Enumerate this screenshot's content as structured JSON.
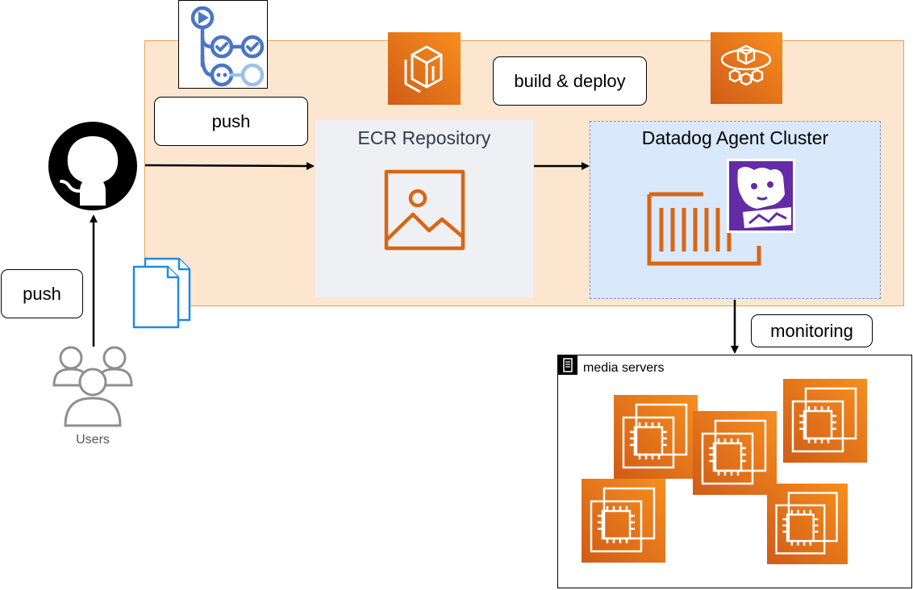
{
  "labels": {
    "push_top": "push",
    "push_left": "push",
    "build_deploy": "build & deploy",
    "monitoring": "monitoring"
  },
  "ecr": {
    "title": "ECR Repository"
  },
  "cluster": {
    "title": "Datadog Agent Cluster"
  },
  "media": {
    "title": "media servers"
  },
  "users": {
    "label": "Users"
  },
  "icons": {
    "workflow": "github-actions-workflow-icon",
    "github": "github-icon",
    "files": "documents-icon",
    "ecr_service": "ecr-service-icon",
    "ecs_service": "ecs-service-icon",
    "image": "container-image-icon",
    "container": "container-icon",
    "datadog": "datadog-icon",
    "server": "server-icon",
    "ec2": "ec2-instance-icon",
    "users": "users-icon"
  },
  "colors": {
    "region_fill": "#fde6cf",
    "region_border": "#e6a24f",
    "aws_orange": "#d05c17",
    "cluster_fill": "#dae8fc",
    "workflow_blue": "#4a76c4",
    "datadog_purple": "#632ca6"
  }
}
